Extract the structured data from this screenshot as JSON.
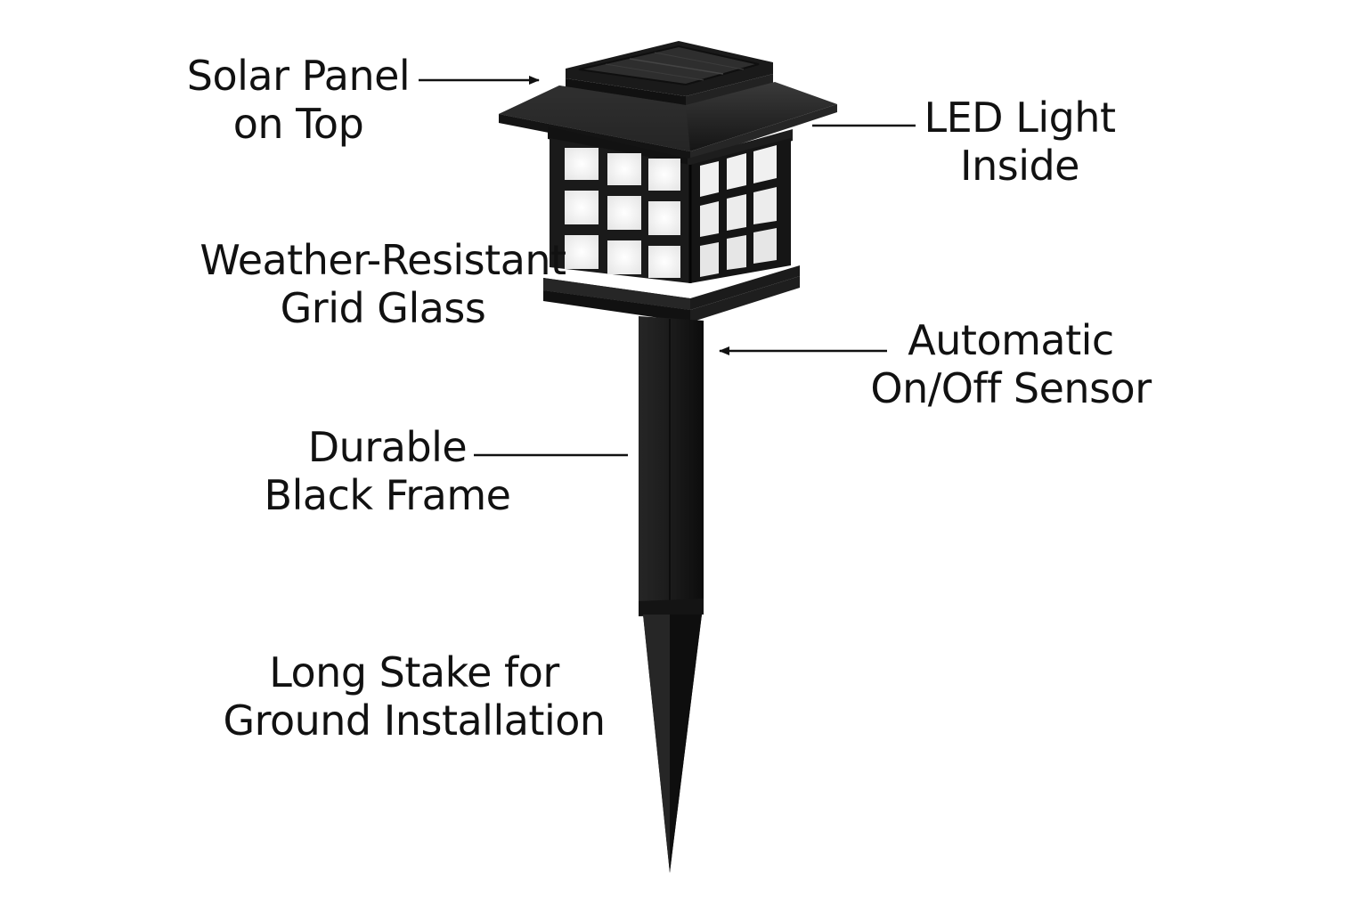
{
  "labels": {
    "solar_panel": [
      "Solar Panel",
      "on Top"
    ],
    "led_light": [
      "LED Light",
      "Inside"
    ],
    "grid_glass": [
      "Weather-Resistant",
      "Grid Glass"
    ],
    "sensor": [
      "Automatic",
      "On/Off Sensor"
    ],
    "frame": [
      "Durable",
      "Black Frame"
    ],
    "stake": [
      "Long Stake for",
      "Ground Installation"
    ]
  },
  "colors": {
    "frame_black": "#1c1c1c",
    "frame_dark": "#111111",
    "frame_highlight": "#3a3a3a",
    "glass_white": "#f4f4f4",
    "solar_panel": "#2a2a2a",
    "text": "#111111",
    "leader_line": "#111111"
  }
}
